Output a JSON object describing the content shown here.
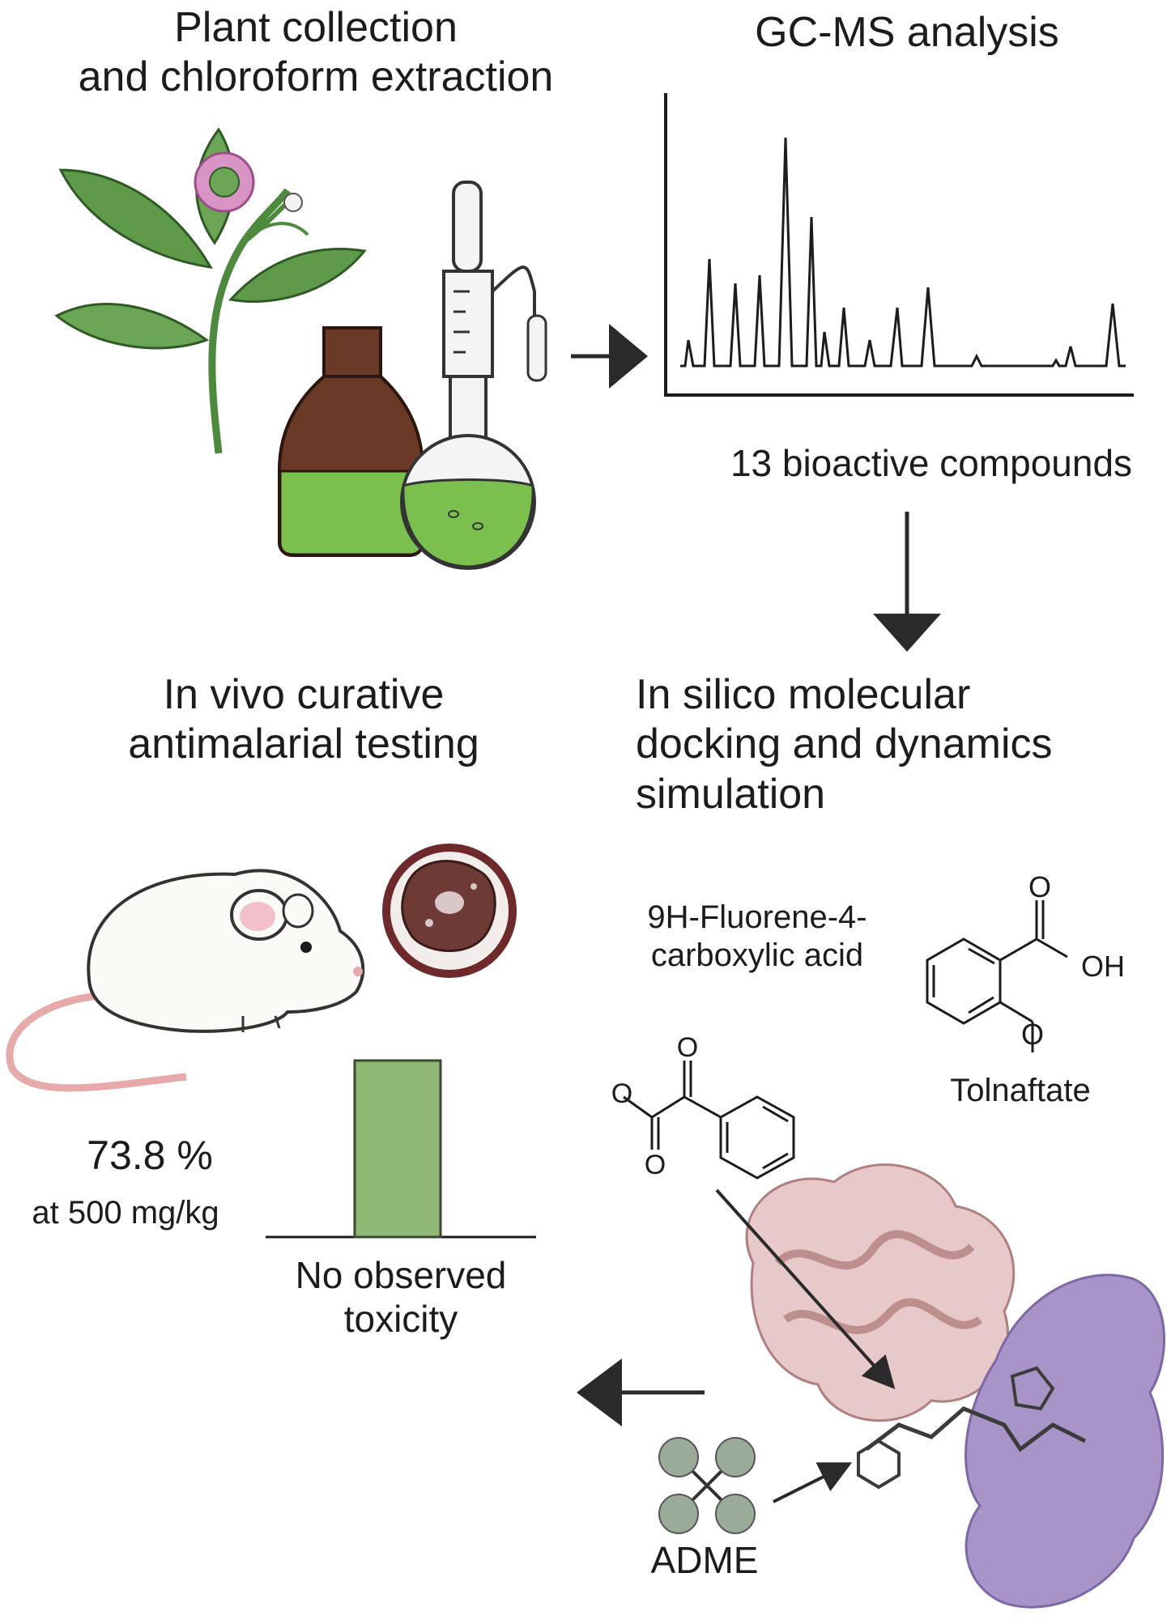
{
  "steps": {
    "collection": {
      "line1": "Plant collection",
      "line2": "and chloroform extraction"
    },
    "gcms": {
      "title": "GC-MS analysis",
      "result": "13 bioactive compounds"
    },
    "insilico": {
      "line1": "In silico molecular",
      "line2": "docking and dynamics",
      "line3": "simulation"
    },
    "invivo": {
      "line1": "In vivo curative",
      "line2": "antimalarial testing"
    }
  },
  "compounds": {
    "fluorene_line1": "9H-Fluorene-4-",
    "fluorene_line2": "carboxylic acid",
    "tolnaftate": "Tolnaftate",
    "atoms": {
      "o": "O",
      "oh": "OH"
    }
  },
  "results": {
    "efficacy": "73.8 %",
    "dose": "at 500 mg/kg",
    "toxicity_line1": "No observed",
    "toxicity_line2": "toxicity"
  },
  "adme": {
    "label": "ADME"
  },
  "colors": {
    "leaf": "#5e9a4a",
    "flower": "#c978b0",
    "extract_green": "#7bbf4f",
    "amber_bottle": "#6b3a26",
    "bar": "#8fb874",
    "protein_pink": "#d9a7a7",
    "protein_purple": "#a994c8",
    "adme_node": "#9aab9a"
  },
  "icons": [
    "plant-icon",
    "amber-bottle-icon",
    "soxhlet-apparatus-icon",
    "chromatogram-icon",
    "mouse-icon",
    "parasite-cell-icon",
    "protein-complex-icon",
    "adme-network-icon"
  ]
}
